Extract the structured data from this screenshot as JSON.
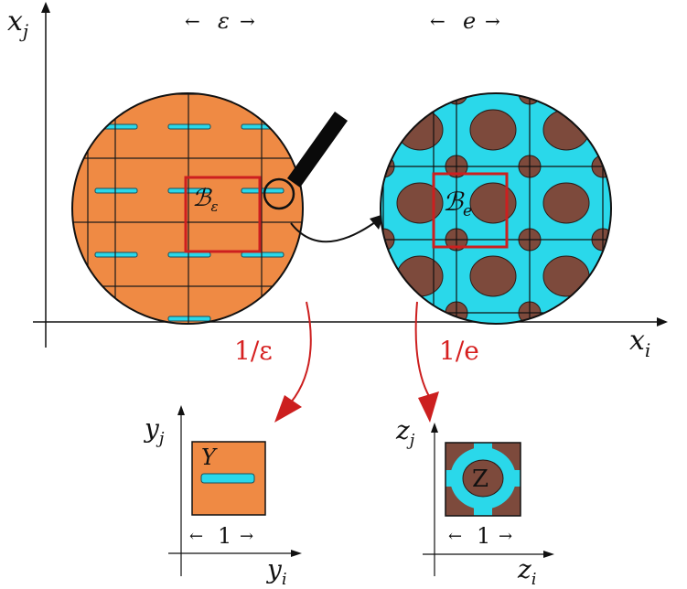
{
  "axes": {
    "vertical_label": "x",
    "vertical_sub": "j",
    "horizontal_label": "x",
    "horizontal_sub": "i"
  },
  "micro_scale": {
    "left_symbol": "ε",
    "right_symbol": "e",
    "left_cell_label": "ℬ",
    "left_cell_sub": "ε",
    "right_cell_label": "ℬ",
    "right_cell_sub": "e"
  },
  "transforms": {
    "left_label": "1/ε",
    "right_label": "1/e"
  },
  "unit_cells": {
    "left": {
      "name": "Y",
      "axis_v_label": "y",
      "axis_v_sub": "j",
      "axis_h_label": "y",
      "axis_h_sub": "i",
      "width_label": "1"
    },
    "right": {
      "name": "Z",
      "axis_v_label": "z",
      "axis_v_sub": "j",
      "axis_h_label": "z",
      "axis_h_sub": "i",
      "width_label": "1"
    }
  },
  "colors": {
    "orange": "#ef8a44",
    "cyan": "#2ad8ea",
    "brown": "#7d4a3c",
    "red": "#cc1f1f",
    "black": "#111111"
  }
}
